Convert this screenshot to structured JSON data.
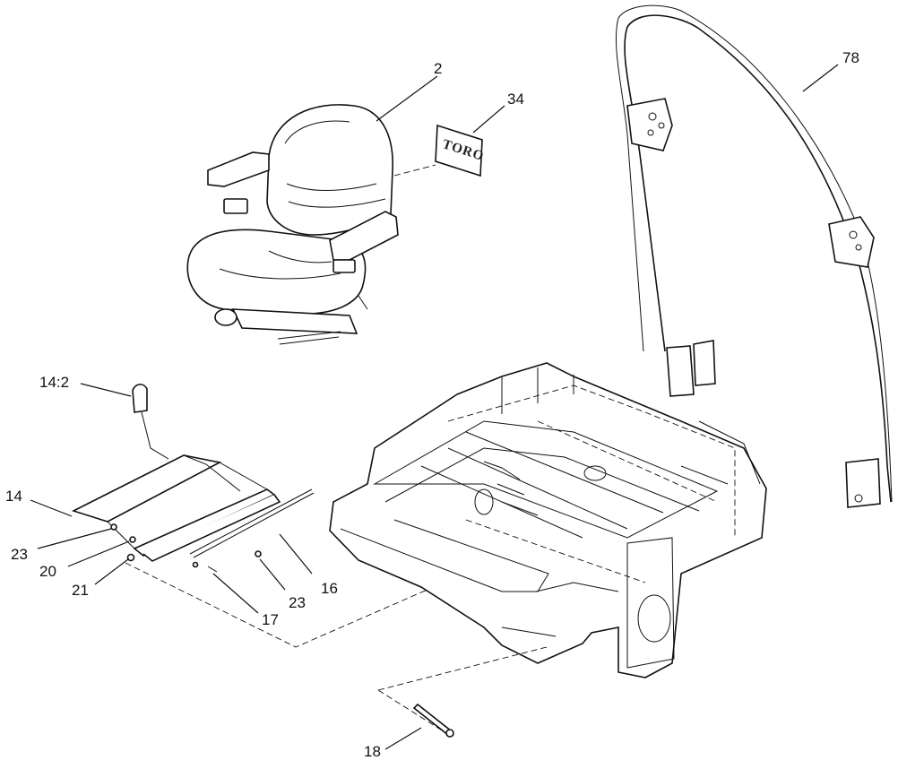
{
  "diagram": {
    "callouts": [
      {
        "id": "seat",
        "label": "2"
      },
      {
        "id": "decal",
        "label": "34"
      },
      {
        "id": "rollbar",
        "label": "78"
      },
      {
        "id": "lever",
        "label": "14:2"
      },
      {
        "id": "track",
        "label": "14"
      },
      {
        "id": "nut-a",
        "label": "23"
      },
      {
        "id": "washer",
        "label": "20"
      },
      {
        "id": "bolt",
        "label": "21"
      },
      {
        "id": "rod",
        "label": "16"
      },
      {
        "id": "nut-b",
        "label": "23"
      },
      {
        "id": "screw",
        "label": "17"
      },
      {
        "id": "pin",
        "label": "18"
      }
    ],
    "decal_text": "TORO"
  }
}
